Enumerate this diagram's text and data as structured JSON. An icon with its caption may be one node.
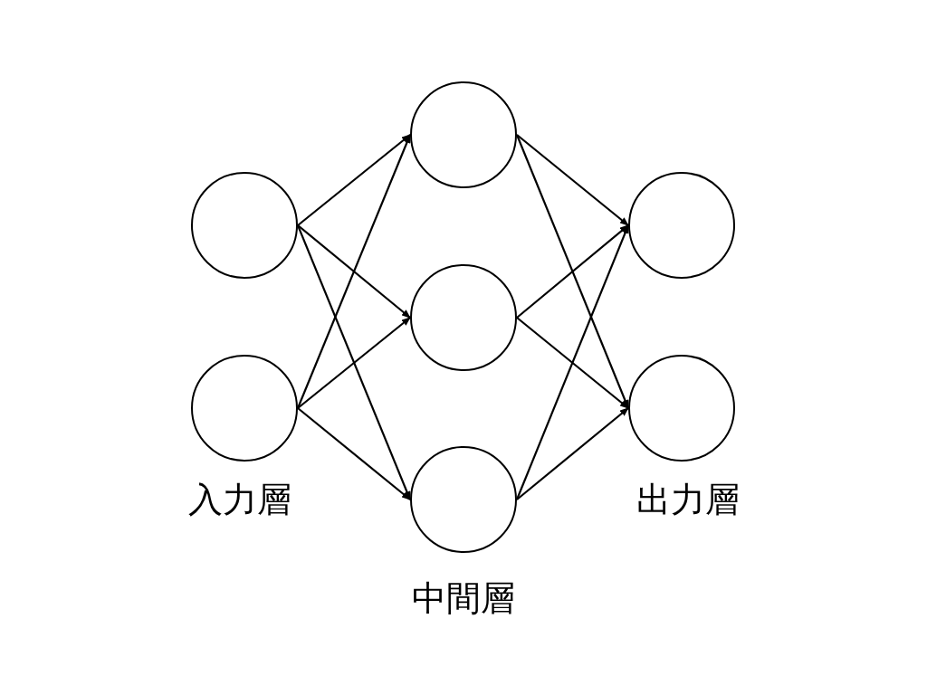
{
  "diagram": {
    "nodes": [
      {
        "text": [],
        "shape": "circle"
      },
      {
        "text": [],
        "shape": "circle"
      },
      {
        "text": [],
        "shape": "circle"
      },
      {
        "text": [],
        "shape": "circle"
      },
      {
        "text": [],
        "shape": "circle"
      },
      {
        "text": [],
        "shape": "circle"
      },
      {
        "text": [],
        "shape": "circle"
      }
    ],
    "edges": [
      {
        "from": 0,
        "to": 2,
        "arrow": "to"
      },
      {
        "from": 0,
        "to": 3,
        "arrow": "to"
      },
      {
        "from": 0,
        "to": 4,
        "arrow": "to"
      },
      {
        "from": 1,
        "to": 2,
        "arrow": "to"
      },
      {
        "from": 1,
        "to": 3,
        "arrow": "to"
      },
      {
        "from": 1,
        "to": 4,
        "arrow": "to"
      },
      {
        "from": 2,
        "to": 5,
        "arrow": "to"
      },
      {
        "from": 2,
        "to": 6,
        "arrow": "to"
      },
      {
        "from": 3,
        "to": 5,
        "arrow": "to"
      },
      {
        "from": 3,
        "to": 6,
        "arrow": "to"
      },
      {
        "from": 4,
        "to": 5,
        "arrow": "to"
      },
      {
        "from": 4,
        "to": 6,
        "arrow": "to"
      }
    ],
    "labels": [
      "入力層",
      "出力層",
      "中間層"
    ]
  }
}
